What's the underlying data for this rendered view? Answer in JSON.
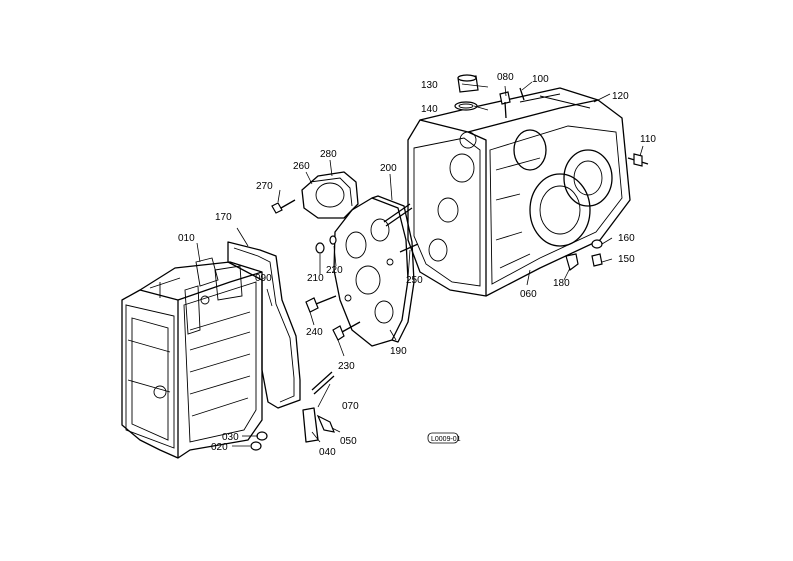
{
  "diagram": {
    "parts": [
      {
        "id": "p010",
        "label": "010"
      },
      {
        "id": "p020",
        "label": "020"
      },
      {
        "id": "p030",
        "label": "030"
      },
      {
        "id": "p040",
        "label": "040"
      },
      {
        "id": "p050",
        "label": "050"
      },
      {
        "id": "p060",
        "label": "060"
      },
      {
        "id": "p070",
        "label": "070"
      },
      {
        "id": "p080",
        "label": "080"
      },
      {
        "id": "p090",
        "label": "090"
      },
      {
        "id": "p100",
        "label": "100"
      },
      {
        "id": "p110",
        "label": "110"
      },
      {
        "id": "p120",
        "label": "120"
      },
      {
        "id": "p130",
        "label": "130"
      },
      {
        "id": "p140",
        "label": "140"
      },
      {
        "id": "p150",
        "label": "150"
      },
      {
        "id": "p160",
        "label": "160"
      },
      {
        "id": "p170",
        "label": "170"
      },
      {
        "id": "p180",
        "label": "180"
      },
      {
        "id": "p190",
        "label": "190"
      },
      {
        "id": "p200",
        "label": "200"
      },
      {
        "id": "p210",
        "label": "210"
      },
      {
        "id": "p220",
        "label": "220"
      },
      {
        "id": "p230",
        "label": "230"
      },
      {
        "id": "p240",
        "label": "240"
      },
      {
        "id": "p250",
        "label": "250"
      },
      {
        "id": "p260",
        "label": "260"
      },
      {
        "id": "p270",
        "label": "270"
      },
      {
        "id": "p280",
        "label": "280"
      }
    ],
    "figure_code": "L0009-01"
  }
}
